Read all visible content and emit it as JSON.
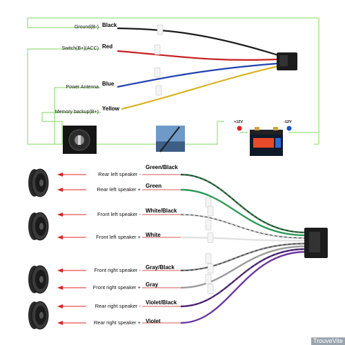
{
  "power_section": {
    "wires": [
      {
        "label": "Ground(B-)",
        "color_name": "Black",
        "hex": "#1a1a1a"
      },
      {
        "label": "Switch(B+)(ACC)",
        "color_name": "Red",
        "hex": "#c81e1e"
      },
      {
        "label": "Power Antenna",
        "color_name": "Blue",
        "hex": "#1e3fb0"
      },
      {
        "label": "Memory backup(B+)",
        "color_name": "Yellow",
        "hex": "#d8b21c"
      }
    ],
    "battery": {
      "positive": "+12V",
      "negative": "-12V"
    },
    "guide_line_color": "#7ed957"
  },
  "speaker_section": {
    "wires": [
      {
        "label": "Rear left speaker -",
        "color_name": "Green/Black",
        "hex": "#3a7a4a",
        "stripe": "#1a1a1a"
      },
      {
        "label": "Rear left speaker +",
        "color_name": "Green",
        "hex": "#2e9a5a"
      },
      {
        "label": "Front left speaker -",
        "color_name": "White/Black",
        "hex": "#cfcfcf",
        "stripe": "#1a1a1a"
      },
      {
        "label": "Front left speaker +",
        "color_name": "White",
        "hex": "#e2e2e2"
      },
      {
        "label": "Front right speaker -",
        "color_name": "Gray/Black",
        "hex": "#8c8c8c",
        "stripe": "#1a1a1a"
      },
      {
        "label": "Front right speaker +",
        "color_name": "Gray",
        "hex": "#9b9b9b"
      },
      {
        "label": "Rear right speaker -",
        "color_name": "Violet/Black",
        "hex": "#5b2c8a",
        "stripe": "#1a1a1a"
      },
      {
        "label": "Rear right speaker +",
        "color_name": "Violet",
        "hex": "#6a35a0"
      }
    ],
    "arrow_color": "#e02020"
  },
  "watermark": "TrouveVite"
}
